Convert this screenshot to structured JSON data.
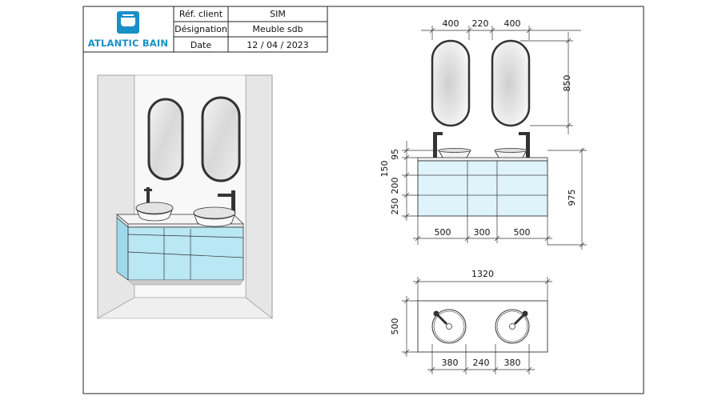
{
  "title_block": {
    "brand_name": "ATLANTIC BAIN",
    "rows": [
      {
        "label": "Réf. client",
        "value": "SIM"
      },
      {
        "label": "Désignation",
        "value": "Meuble sdb"
      },
      {
        "label": "Date",
        "value": "12 / 04 / 2023"
      }
    ]
  },
  "front_view": {
    "mirror_width": "400",
    "mirror_gap": "220",
    "mirror_height": "850",
    "basin_height": "95",
    "top_drawer_height": "150",
    "middle_drawer_height": "200",
    "bottom_drawer_height": "250",
    "total_height": "975",
    "left_column_width": "500",
    "center_column_width": "300",
    "right_column_width": "500"
  },
  "top_view": {
    "total_width": "1320",
    "depth": "500",
    "basin_diameter": "380",
    "basin_gap": "240"
  },
  "colors": {
    "accent": "#1a8fc6",
    "cabinet_fill": "#dff3fb",
    "cabinet_3d_fill": "#b9e7f4"
  }
}
